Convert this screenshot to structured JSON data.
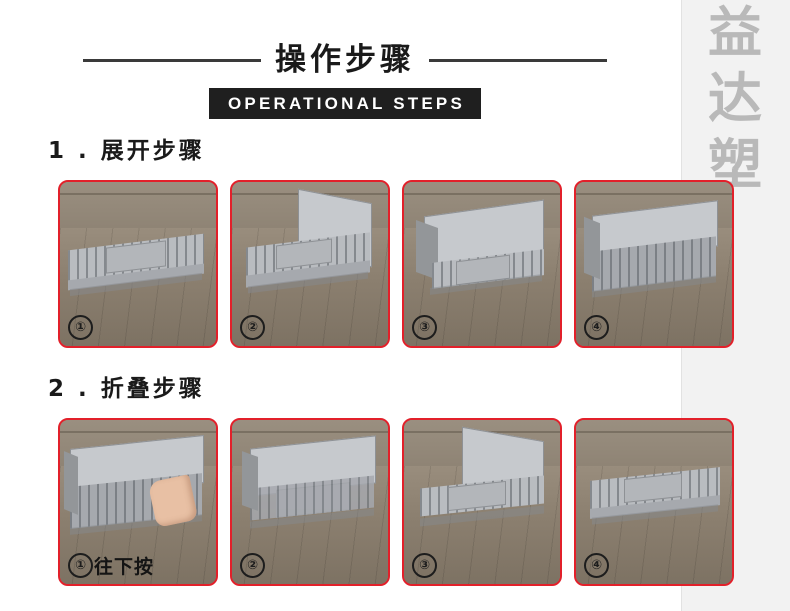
{
  "header": {
    "title_cn": "操作步骤",
    "subtitle_en": "OPERATIONAL STEPS"
  },
  "brand": {
    "chars": [
      "益",
      "达",
      "塑"
    ]
  },
  "sections": [
    {
      "heading": "1 . 展开步骤",
      "steps": [
        {
          "number": "①",
          "label": ""
        },
        {
          "number": "②",
          "label": ""
        },
        {
          "number": "③",
          "label": ""
        },
        {
          "number": "④",
          "label": ""
        }
      ]
    },
    {
      "heading": "2 . 折叠步骤",
      "steps": [
        {
          "number": "①",
          "label": "往下按"
        },
        {
          "number": "②",
          "label": ""
        },
        {
          "number": "③",
          "label": ""
        },
        {
          "number": "④",
          "label": ""
        }
      ]
    }
  ],
  "colors": {
    "accent_red": "#e2202a",
    "title_black": "#1a1a1a",
    "subtitle_bg": "#1f1f1f",
    "brand_grey": "#b9b9b9",
    "crate_grey": "#b9bcc0"
  }
}
